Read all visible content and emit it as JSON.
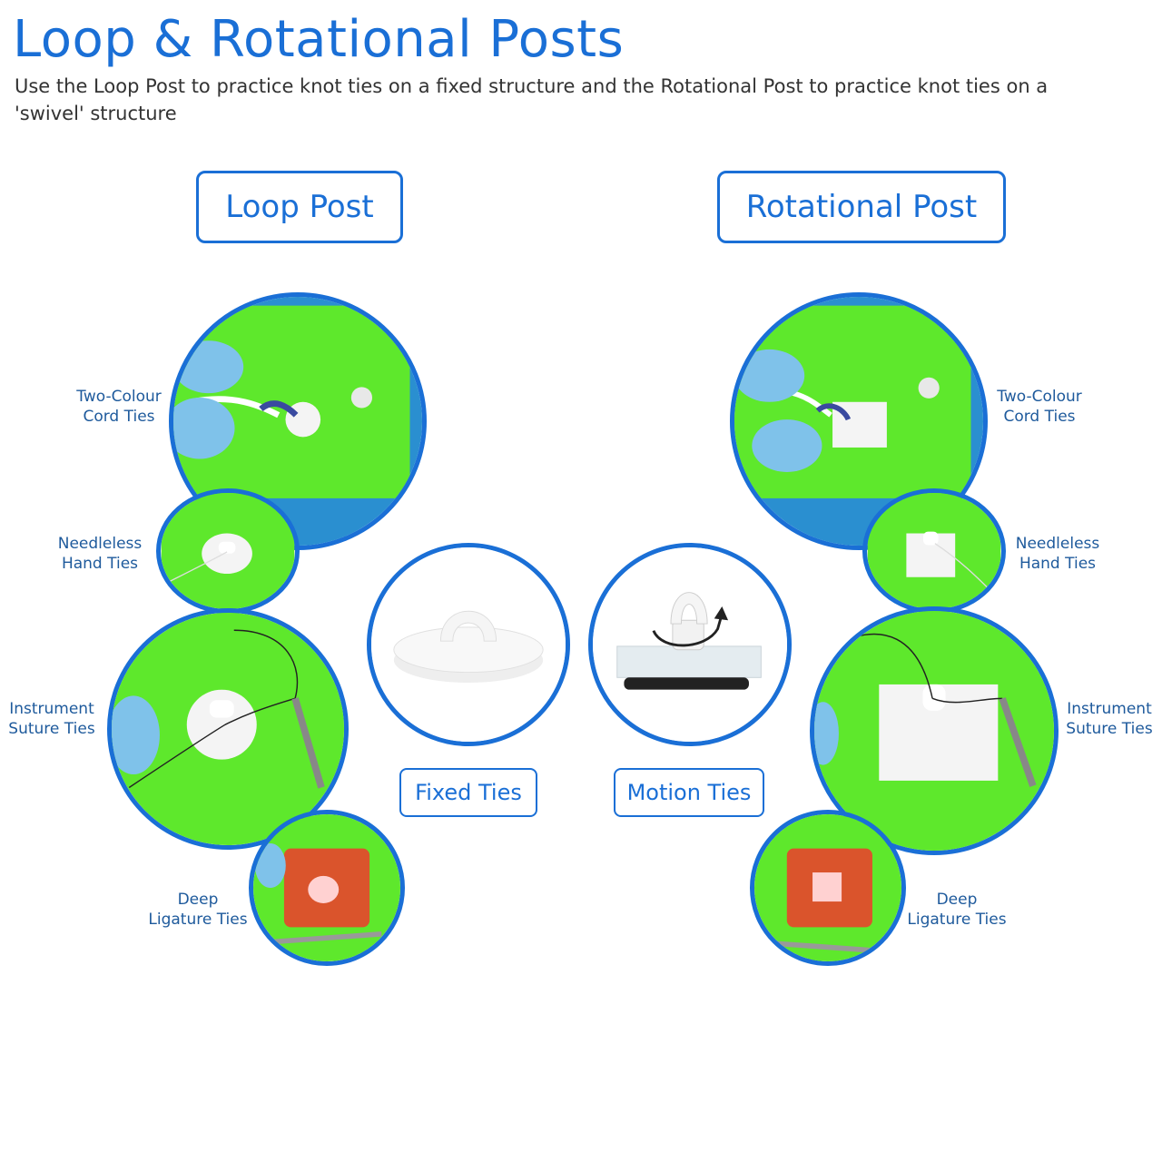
{
  "header": {
    "title": "Loop & Rotational Posts",
    "subtitle": "Use the Loop Post to practice knot ties on a fixed structure and the Rotational Post to practice knot ties on a 'swivel' structure"
  },
  "left": {
    "heading": "Loop Post",
    "center_label": "Fixed Ties",
    "captions": [
      {
        "line1": "Two-Colour",
        "line2": "Cord Ties"
      },
      {
        "line1": "Needleless",
        "line2": "Hand Ties"
      },
      {
        "line1": "Instrument",
        "line2": "Suture Ties"
      },
      {
        "line1": "Deep",
        "line2": "Ligature Ties"
      }
    ]
  },
  "right": {
    "heading": "Rotational Post",
    "center_label": "Motion Ties",
    "captions": [
      {
        "line1": "Two-Colour",
        "line2": "Cord Ties"
      },
      {
        "line1": "Needleless",
        "line2": "Hand Ties"
      },
      {
        "line1": "Instrument",
        "line2": "Suture Ties"
      },
      {
        "line1": "Deep",
        "line2": "Ligature Ties"
      }
    ]
  },
  "colors": {
    "accent": "#1a6fd6",
    "pad_green": "#5ee82c",
    "caption_blue": "#1e5a9c"
  }
}
